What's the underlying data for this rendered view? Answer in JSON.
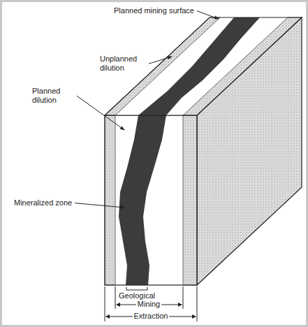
{
  "diagram": {
    "labels": [
      "Planned mining surface",
      "Unplanned dilution",
      "Planned dilution",
      "Mineralized zone",
      "Geological",
      "Mining",
      "Extraction"
    ]
  }
}
